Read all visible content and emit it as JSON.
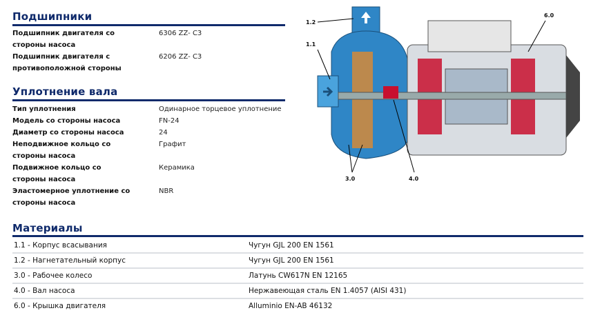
{
  "bearings": {
    "title": "Подшипники",
    "rows": [
      {
        "label": "Подшипник двигателя со стороны насоса",
        "value": "6306 ZZ- C3"
      },
      {
        "label": "Подшипник двигателя с противоположной стороны",
        "value": "6206 ZZ- C3"
      }
    ]
  },
  "seal": {
    "title": "Уплотнение вала",
    "rows": [
      {
        "label": "Тип уплотнения",
        "value": "Одинарное торцевое уплотнение"
      },
      {
        "label": "Модель со стороны насоса",
        "value": "FN-24"
      },
      {
        "label": "Диаметр со стороны насоса",
        "value": "24"
      },
      {
        "label": "Неподвижное кольцо со стороны насоса",
        "value": "Графит"
      },
      {
        "label": "Подвижное кольцо со стороны насоса",
        "value": "Керамика"
      },
      {
        "label": "Эластомерное уплотнение со стороны насоса",
        "value": "NBR"
      }
    ]
  },
  "materials": {
    "title": "Материалы",
    "rows": [
      {
        "part": "1.1 - Корпус всасывания",
        "material": "Чугун GJL 200 EN 1561"
      },
      {
        "part": "1.2 - Нагнетательный корпус",
        "material": "Чугун GJL 200 EN 1561"
      },
      {
        "part": "3.0 - Рабочее колесо",
        "material": "Латунь CW617N EN 12165"
      },
      {
        "part": "4.0 - Вал насоса",
        "material": "Нержавеющая сталь EN 1.4057 (AISI 431)"
      },
      {
        "part": "6.0 - Крышка двигателя",
        "material": "Alluminio EN-AB 46132"
      }
    ]
  },
  "diagram": {
    "labels": [
      "1.2",
      "1.1",
      "6.0",
      "3.0",
      "4.0"
    ]
  },
  "colors": {
    "heading": "#0f2a6b",
    "pump": "#2f86c6",
    "rotor": "#c8102e"
  }
}
